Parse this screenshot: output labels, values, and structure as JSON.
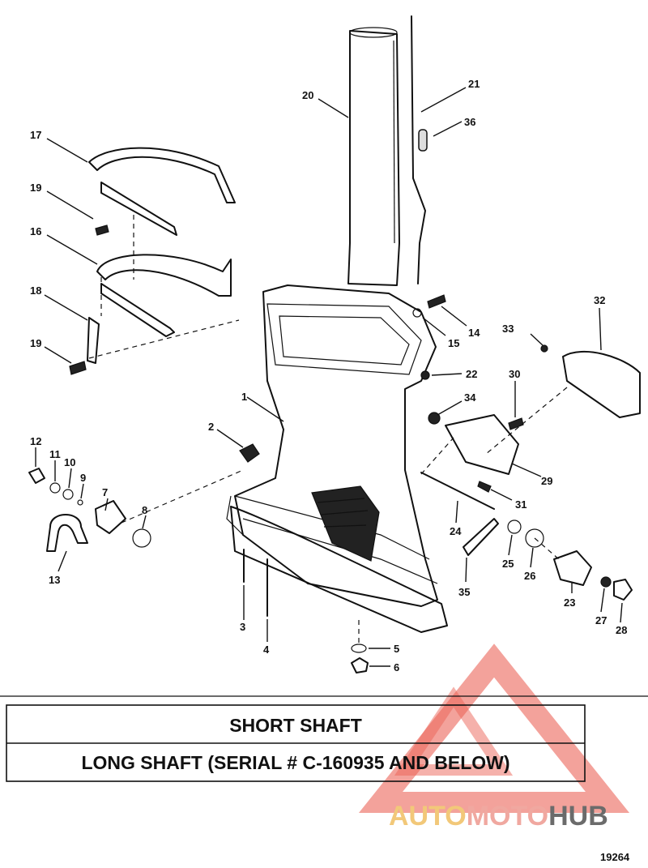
{
  "callouts": {
    "c1": "1",
    "c2": "2",
    "c3": "3",
    "c4": "4",
    "c5": "5",
    "c6": "6",
    "c7": "7",
    "c8": "8",
    "c9": "9",
    "c10": "10",
    "c11": "11",
    "c12": "12",
    "c13": "13",
    "c14": "14",
    "c15": "15",
    "c16": "16",
    "c17": "17",
    "c18": "18",
    "c19a": "19",
    "c19b": "19",
    "c20": "20",
    "c21": "21",
    "c22": "22",
    "c23": "23",
    "c24": "24",
    "c25": "25",
    "c26": "26",
    "c27": "27",
    "c28": "28",
    "c29": "29",
    "c30": "30",
    "c31": "31",
    "c32": "32",
    "c33": "33",
    "c34": "34",
    "c35": "35",
    "c36": "36"
  },
  "legend": {
    "row1": "SHORT SHAFT",
    "row2": "LONG SHAFT (SERIAL # C-160935 AND BELOW)"
  },
  "watermark": {
    "part1": "AUTO",
    "part2": "MOTO",
    "part3": "HUB",
    "colors": {
      "accent": "#e8483a",
      "gold": "#f2c879",
      "gray": "#6b6b6b"
    }
  },
  "figure_number": "19264"
}
